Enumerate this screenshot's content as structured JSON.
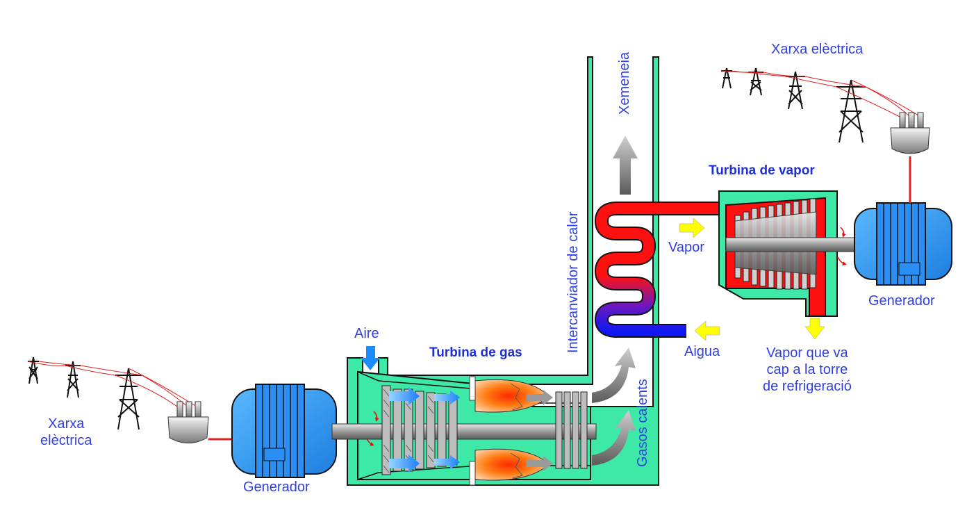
{
  "labels": {
    "grid_left": "Xarxa\nelèctrica",
    "generator_left": "Generador",
    "air": "Aire",
    "gas_turbine": "Turbina de gas",
    "heat_exchanger": "Intercanviador de calor",
    "chimney": "Xemeneia",
    "hot_gases": "Gasos calents",
    "grid_right": "Xarxa elèctrica",
    "steam_turbine": "Turbina de vapor",
    "steam": "Vapor",
    "water": "Aigua",
    "generator_right": "Generador",
    "steam_to_tower": "Vapor que va\ncap a la torre\nde refrigeració"
  },
  "colors": {
    "label": "#2f3fe0",
    "housing": "#3ee8a6",
    "housing_outline": "#111111",
    "generator": "#2f9bff",
    "hot_pipe": "#ff1010",
    "cold_pipe": "#1018f0",
    "steam_arrow": "#ffff00",
    "air_arrow": "#1a8cff",
    "exhaust_arrow": "#8a8a8a"
  }
}
